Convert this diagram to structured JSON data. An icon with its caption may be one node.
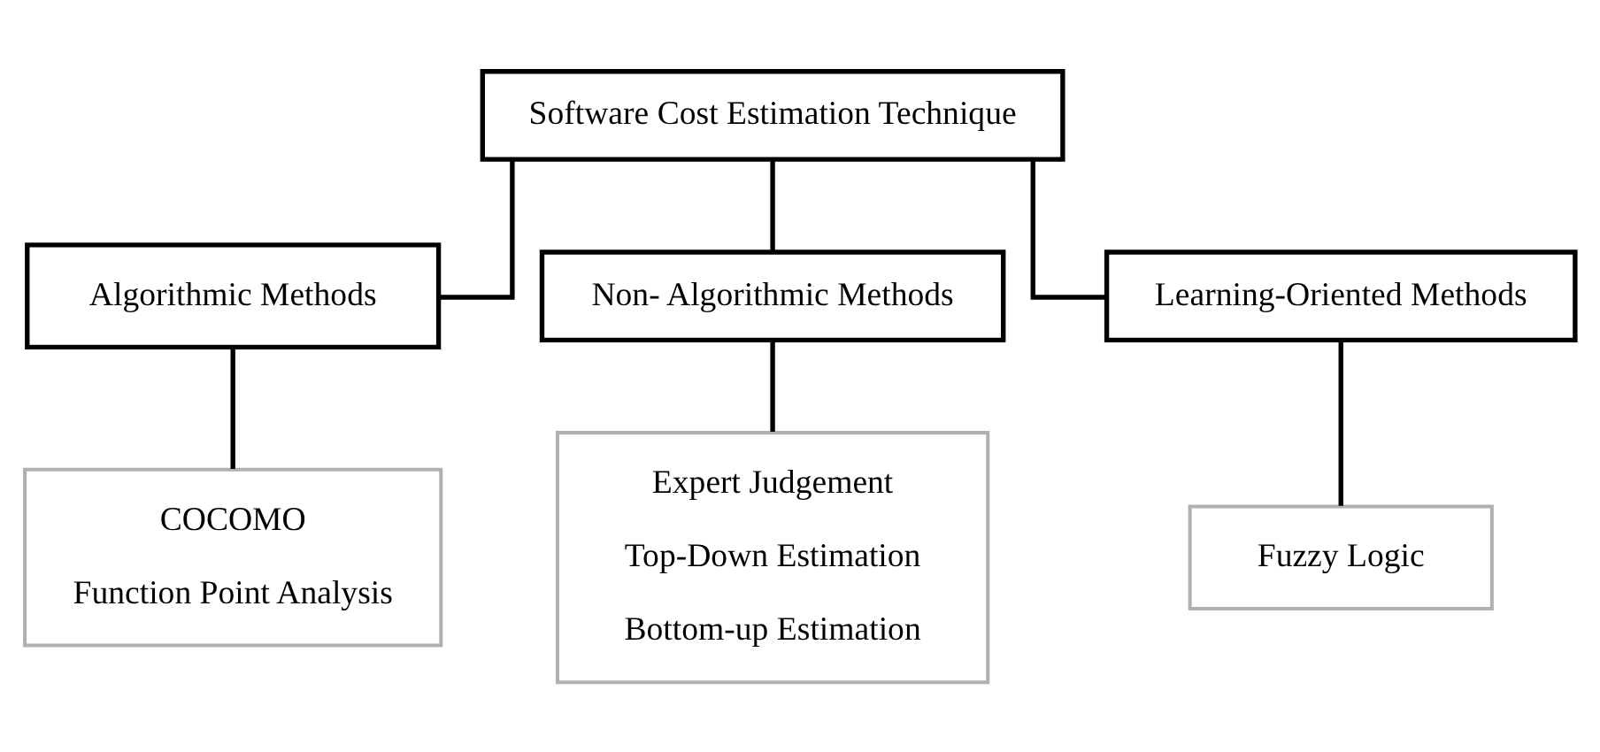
{
  "diagram": {
    "nodes": [
      {
        "text": [
          "Software Cost Estimation Technique"
        ]
      },
      {
        "text": [
          "Algorithmic Methods"
        ]
      },
      {
        "text": [
          "Non- Algorithmic Methods"
        ]
      },
      {
        "text": [
          "Learning-Oriented Methods"
        ]
      },
      {
        "text": [
          "COCOMO",
          "Function Point Analysis"
        ]
      },
      {
        "text": [
          "Expert Judgement",
          "Top-Down Estimation",
          "Bottom-up Estimation"
        ]
      },
      {
        "text": [
          "Fuzzy Logic"
        ]
      }
    ],
    "edges": [
      {
        "from": 0,
        "to": 1,
        "arrow": "none"
      },
      {
        "from": 0,
        "to": 2,
        "arrow": "none"
      },
      {
        "from": 0,
        "to": 3,
        "arrow": "none"
      },
      {
        "from": 1,
        "to": 4,
        "arrow": "none"
      },
      {
        "from": 2,
        "to": 5,
        "arrow": "none"
      },
      {
        "from": 3,
        "to": 6,
        "arrow": "none"
      }
    ]
  }
}
